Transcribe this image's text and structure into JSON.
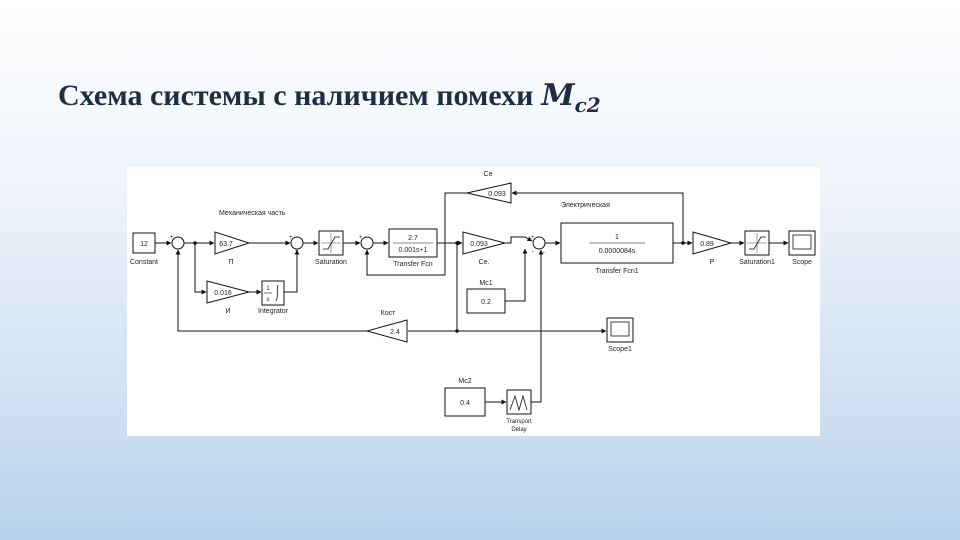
{
  "slide": {
    "title": "Схема системы с наличием помехи",
    "title_math_symbol": "M",
    "title_math_subscript": "c2"
  },
  "diagram": {
    "section_labels": {
      "mechanical": "Механическая часть",
      "electrical": "Электрическая"
    },
    "blocks": {
      "constant": {
        "value": "12",
        "label": "Constant"
      },
      "gain_p": {
        "value": "63.7",
        "label": "П"
      },
      "gain_i": {
        "value": "0.016",
        "label": "И"
      },
      "integrator": {
        "num": "1",
        "den": "s",
        "label": "Integrator"
      },
      "saturation": {
        "label": "Saturation"
      },
      "transfer_fcn": {
        "num": "2.7",
        "den": "0.001s+1",
        "label": "Transfer Fcn"
      },
      "gain_ce_top": {
        "value": "0.093",
        "label": "Ce"
      },
      "gain_ce_mid": {
        "value": "0.093",
        "label": "Ce."
      },
      "mc1": {
        "value": "0.2",
        "label": "Mc1"
      },
      "transfer_fcn1": {
        "num": "1",
        "den": "0.0000084s",
        "label": "Transfer Fcn1"
      },
      "gain_p2": {
        "value": "0.89",
        "label": "P"
      },
      "saturation1": {
        "label": "Saturation1"
      },
      "scope": {
        "label": "Scope"
      },
      "gain_kost": {
        "value": "2.4",
        "label": "Кост"
      },
      "scope1": {
        "label": "Scope1"
      },
      "mc2": {
        "value": "0.4",
        "label": "Mc2"
      },
      "transport_delay": {
        "label_line1": "Transport",
        "label_line2": "Delay"
      }
    }
  }
}
